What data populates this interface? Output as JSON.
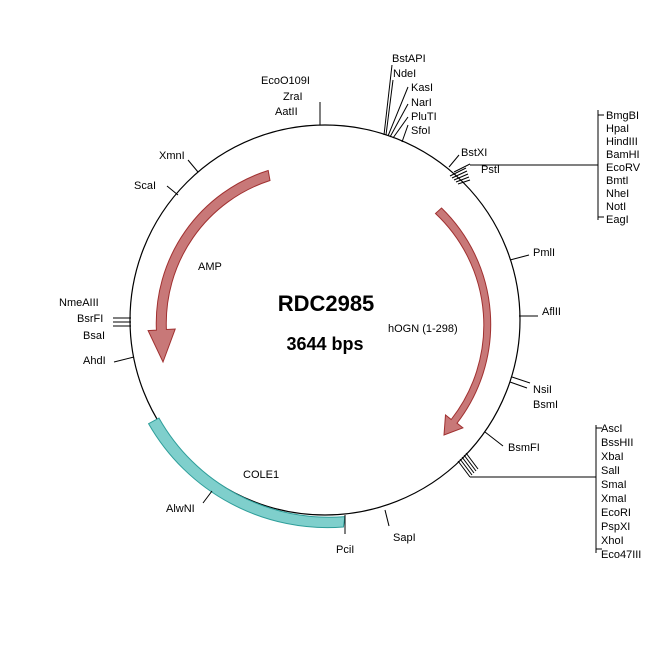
{
  "plasmid": {
    "name": "RDC2985",
    "size_label": "3644 bps"
  },
  "colors": {
    "backbone": "#000000",
    "cds_fill": "#c87878",
    "cds_stroke": "#a03030",
    "origin_fill": "#7fcfcc",
    "origin_stroke": "#2e9e9a"
  },
  "features": [
    {
      "label": "AMP",
      "type": "cds-arrow",
      "direction": "reverse"
    },
    {
      "label": "hOGN (1-298)",
      "type": "cds-arrow",
      "direction": "forward"
    },
    {
      "label": "COLE1",
      "type": "origin"
    }
  ],
  "single_sites": [
    "EcoO109I",
    "ZraI",
    "AatII",
    "XmnI",
    "ScaI",
    "NmeAIII",
    "BsrFI",
    "BsaI",
    "AhdI",
    "AlwNI",
    "PciI",
    "SapI",
    "PmlI",
    "AflII",
    "NsiI",
    "BsmI",
    "BsmFI",
    "BstXI",
    "PstI"
  ],
  "site_groups": {
    "top": [
      "BstAPI",
      "NdeI",
      "KasI",
      "NarI",
      "PluTI",
      "SfoI"
    ],
    "mcs_upper": [
      "BmgBI",
      "HpaI",
      "HindIII",
      "BamHI",
      "EcoRV",
      "BmtI",
      "NheI",
      "NotI",
      "EagI"
    ],
    "mcs_lower": [
      "AscI",
      "BssHII",
      "XbaI",
      "SalI",
      "SmaI",
      "XmaI",
      "EcoRI",
      "PspXI",
      "XhoI",
      "Eco47III"
    ]
  }
}
